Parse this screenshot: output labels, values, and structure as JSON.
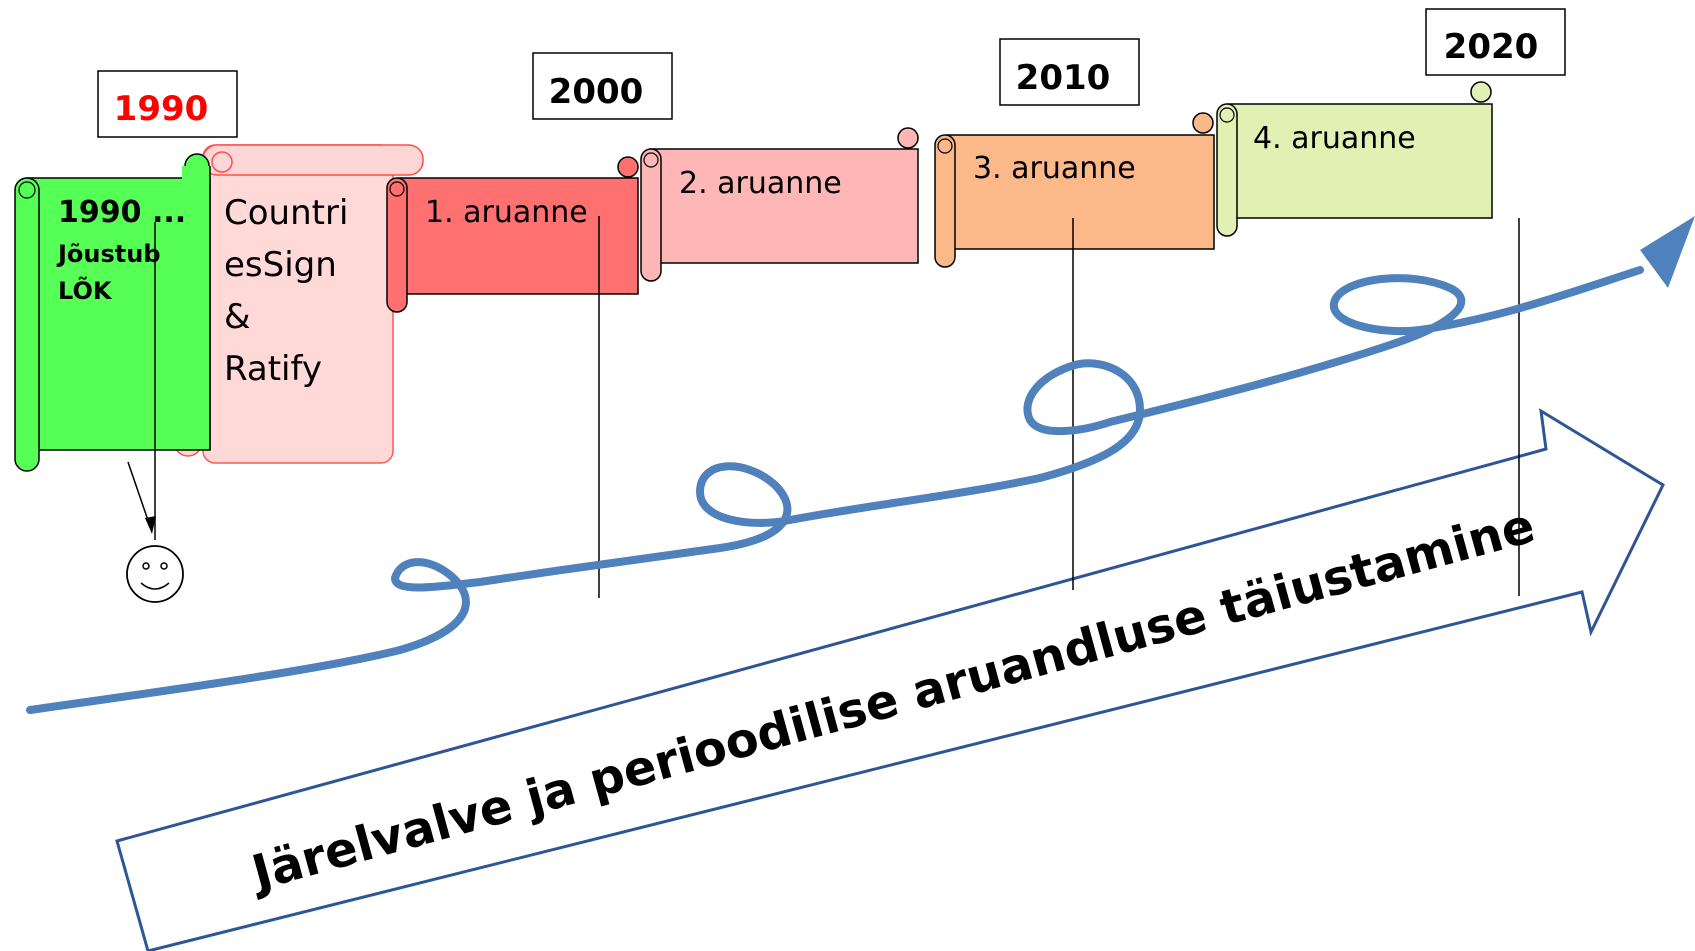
{
  "years": {
    "y1990": "1990",
    "y2000": "2000",
    "y2010": "2010",
    "y2020": "2020"
  },
  "scrolls": {
    "lok": {
      "line1": "1990 ...",
      "line2": "Jõustub",
      "line3": "LÕK",
      "fill": "#55ff55"
    },
    "sign": {
      "line1": "Countri",
      "line2": "esSign",
      "line3": "&",
      "line4": "Ratify",
      "fill": "#ffd6d6"
    },
    "r1": {
      "label": "1. aruanne",
      "fill": "#ff7070"
    },
    "r2": {
      "label": "2. aruanne",
      "fill": "#ffb6b6"
    },
    "r3": {
      "label": "3. aruanne",
      "fill": "#fbb98a"
    },
    "r4": {
      "label": "4. aruanne",
      "fill": "#e3f0b3"
    }
  },
  "big_arrow": {
    "text": "Järelvalve ja perioodilise aruandluse täiustamine"
  },
  "colors": {
    "curve": "#4f81bd",
    "arrow_outline": "#2f5597",
    "year_1990": "#ff0000",
    "ink": "#000000"
  }
}
